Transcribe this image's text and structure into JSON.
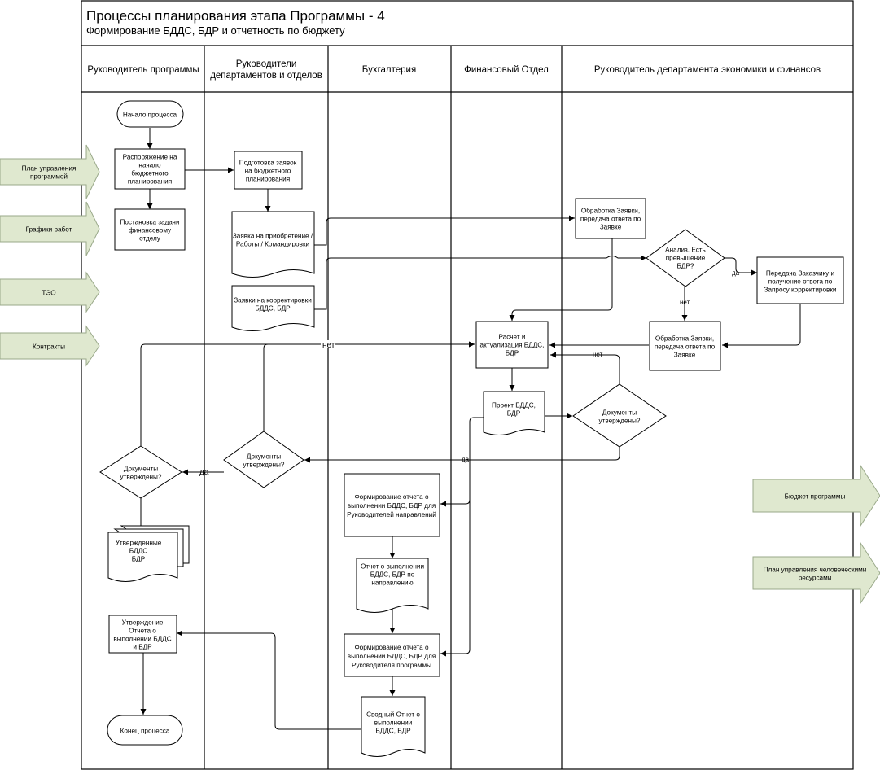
{
  "title": "Процессы планирования этапа Программы - 4",
  "subtitle": "Формирование БДДС, БДР и отчетность по бюджету",
  "lanes": [
    {
      "lines": [
        "Руководитель программы"
      ]
    },
    {
      "lines": [
        "Руководители",
        "департаментов и отделов"
      ]
    },
    {
      "lines": [
        "Бухгалтерия"
      ]
    },
    {
      "lines": [
        "Финансовый Отдел"
      ]
    },
    {
      "lines": [
        "Руководитель департамента экономики и финансов"
      ]
    }
  ],
  "inputs": [
    {
      "lines": [
        "План управления",
        "программой"
      ]
    },
    {
      "lines": [
        "Графики работ"
      ]
    },
    {
      "lines": [
        "ТЭО"
      ]
    },
    {
      "lines": [
        "Контракты"
      ]
    }
  ],
  "outputs": [
    {
      "lines": [
        "Бюджет программы"
      ]
    },
    {
      "lines": [
        "План управления человеческими",
        "ресурсами"
      ]
    }
  ],
  "nodes": {
    "start": {
      "lines": [
        "Начало процесса"
      ]
    },
    "order": {
      "lines": [
        "Распоряжение на",
        "начало",
        "бюджетного",
        "планирования"
      ]
    },
    "task": {
      "lines": [
        "Постановка задачи",
        "финансовому",
        "отделу"
      ]
    },
    "prep": {
      "lines": [
        "Подготовка заявок",
        "на бюджетного",
        "планирования"
      ]
    },
    "req1": {
      "lines": [
        "Заявка на приобретение /",
        "Работы / Командировки"
      ]
    },
    "req2": {
      "lines": [
        "Заявки на корректировки",
        "БДДС, БДР"
      ]
    },
    "proc1": {
      "lines": [
        "Обработка Заявки,",
        "передача ответа по",
        "Заявке"
      ]
    },
    "analysis": {
      "lines": [
        "Анализ. Есть",
        "превышение",
        "БДР?"
      ]
    },
    "transfer": {
      "lines": [
        "Передача Заказчику и",
        "получение ответа по",
        "Запросу корректировки"
      ]
    },
    "proc2": {
      "lines": [
        "Обработка Заявки,",
        "передача ответа по",
        "Заявке"
      ]
    },
    "calc": {
      "lines": [
        "Расчет и",
        "актуализация БДДС,",
        "БДР"
      ]
    },
    "project": {
      "lines": [
        "Проект БДДС,",
        "БДР"
      ]
    },
    "approvedFin": {
      "lines": [
        "Документы",
        "утверждены?"
      ]
    },
    "approvedDept": {
      "lines": [
        "Документы",
        "утверждены?"
      ]
    },
    "approvedPM": {
      "lines": [
        "Документы",
        "утверждены?"
      ]
    },
    "approvedDocs": {
      "lines": [
        "Утвержденные",
        "БДДС",
        "БДР"
      ]
    },
    "reportForm1": {
      "lines": [
        "Формирование отчета о",
        "выполнении БДДС, БДР для",
        "Руководителей направлений"
      ]
    },
    "report1": {
      "lines": [
        "Отчет о выполнении",
        "БДДС, БДР по",
        "направлению"
      ]
    },
    "reportForm2": {
      "lines": [
        "Формирование отчета о",
        "выполнении БДДС, БДР для",
        "Руководителя программы"
      ]
    },
    "summary": {
      "lines": [
        "Сводный Отчет о",
        "выполнении",
        "БДДС, БДР"
      ]
    },
    "approveReport": {
      "lines": [
        "Утверждение",
        "Отчета о",
        "выполнении БДДС",
        "и БДР"
      ]
    },
    "end": {
      "lines": [
        "Конец процесса"
      ]
    }
  },
  "labels": {
    "yes": "да",
    "no": "нет"
  }
}
